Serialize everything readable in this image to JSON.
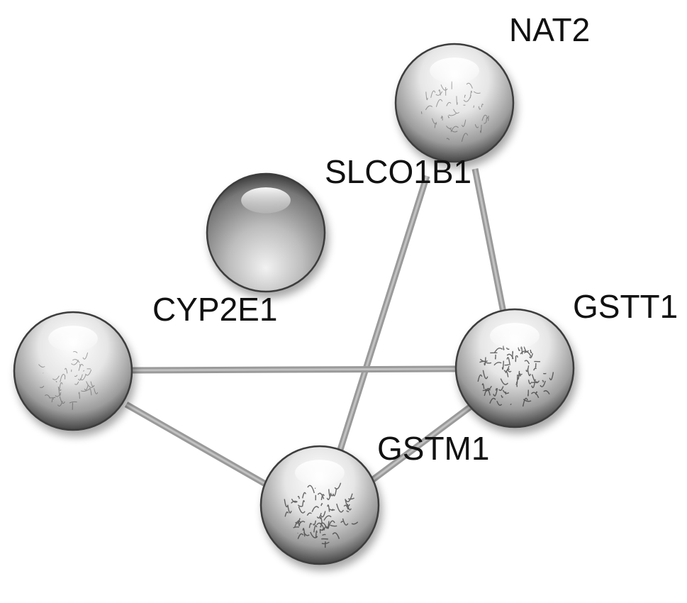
{
  "colors": {
    "edge": "#9a9a9a",
    "edge_highlight": "#d2d2d2",
    "node_light": "#ffffff",
    "node_mid": "#d9d9d9",
    "node_dark": "#4a4a4a",
    "label": "#111111"
  },
  "nodes": [
    {
      "id": "NAT2",
      "label": "NAT2",
      "has_structure": true,
      "structure_density": "light"
    },
    {
      "id": "SLCO1B1",
      "label": "SLCO1B1",
      "has_structure": false
    },
    {
      "id": "CYP2E1",
      "label": "CYP2E1",
      "has_structure": true,
      "structure_density": "light"
    },
    {
      "id": "GSTT1",
      "label": "GSTT1",
      "has_structure": true,
      "structure_density": "dense"
    },
    {
      "id": "GSTM1",
      "label": "GSTM1",
      "has_structure": true,
      "structure_density": "dense"
    }
  ],
  "edges": [
    {
      "source": "NAT2",
      "target": "GSTT1"
    },
    {
      "source": "NAT2",
      "target": "GSTM1"
    },
    {
      "source": "CYP2E1",
      "target": "GSTT1"
    },
    {
      "source": "CYP2E1",
      "target": "GSTM1"
    },
    {
      "source": "GSTT1",
      "target": "GSTM1"
    }
  ]
}
